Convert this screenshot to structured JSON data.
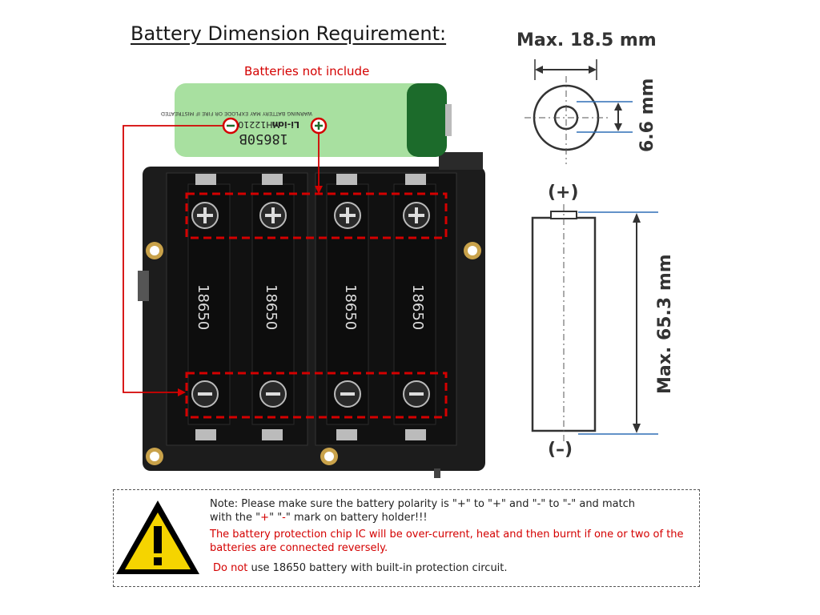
{
  "title": "Battery Dimension Requirement:",
  "batteries_note": "Batteries not include",
  "battery_cell": {
    "model": "18650B",
    "series": "MH12210",
    "chemistry": "Li-ion"
  },
  "holder_labels": [
    "18650",
    "18650",
    "18650",
    "18650"
  ],
  "dimensions": {
    "max_diameter": "Max. 18.5 mm",
    "terminal_diameter": "6.6 mm",
    "max_length": "Max. 65.3 mm",
    "positive": "(+)",
    "negative": "(–)"
  },
  "warning": {
    "line1": "Note: Please make sure the battery polarity is \"+\" to \"+\" and \"-\" to \"-\" and match",
    "line2_a": "with the \"",
    "line2_plus": "+",
    "line2_b": "\" \"",
    "line2_minus": "-",
    "line2_c": "\" mark on battery holder!!!",
    "line3": "The battery protection chip IC will be over-current, heat and then burnt if one or two of the batteries are connected reversely.",
    "line4_red": "Do not",
    "line4_rest": " use 18650 battery with built-in protection circuit."
  },
  "colors": {
    "accent_red": "#d40000",
    "board": "#1c1c1c",
    "battery_green": "#a8e0a0",
    "dimension_blue": "#2f6fb5"
  }
}
